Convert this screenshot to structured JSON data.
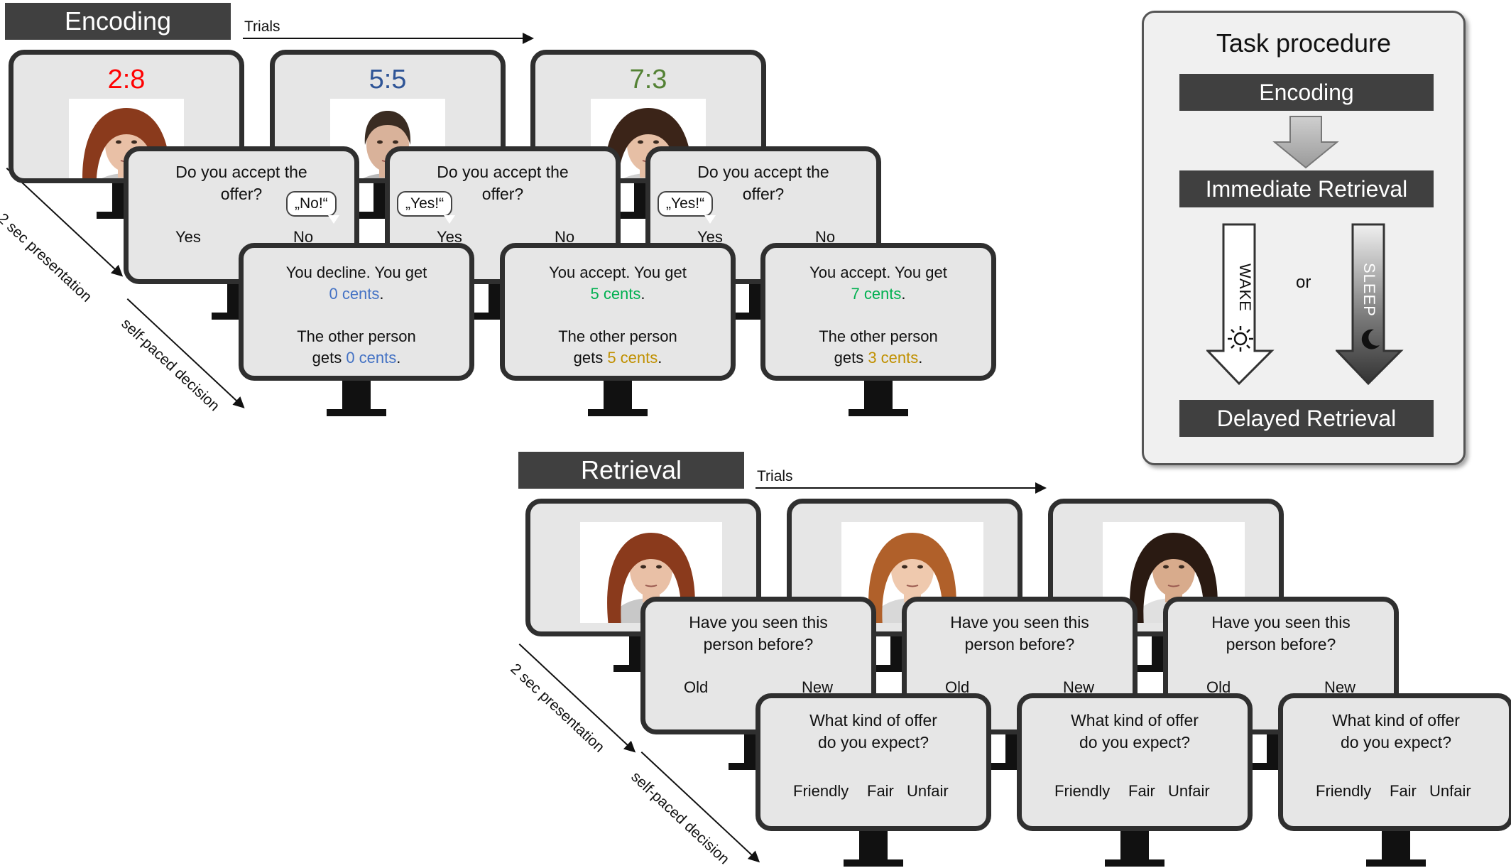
{
  "encoding": {
    "header": "Encoding",
    "trials_label": "Trials",
    "timing": [
      "2 sec presentation",
      "self-paced decision"
    ],
    "trials": [
      {
        "ratio": "2:8",
        "ratio_color": "#ff0000",
        "question": [
          "Do you accept the",
          "offer?"
        ],
        "yes": "Yes",
        "no": "No",
        "speech": "„No!“",
        "result_line1": "You decline. You get",
        "you_get": "0 cents",
        "you_color": "#4472c4",
        "result_line3": "The other person",
        "other_prefix": "gets",
        "other_get": "0 cents",
        "other_color": "#4472c4",
        "period": "."
      },
      {
        "ratio": "5:5",
        "ratio_color": "#2f5597",
        "question": [
          "Do you accept the",
          "offer?"
        ],
        "yes": "Yes",
        "no": "No",
        "speech": "„Yes!“",
        "result_line1": "You accept. You get",
        "you_get": "5 cents",
        "you_color": "#00b050",
        "result_line3": "The other person",
        "other_prefix": "gets",
        "other_get": "5 cents",
        "other_color": "#c09000",
        "period": "."
      },
      {
        "ratio": "7:3",
        "ratio_color": "#548235",
        "question": [
          "Do you accept the",
          "offer?"
        ],
        "yes": "Yes",
        "no": "No",
        "speech": "„Yes!“",
        "result_line1": "You accept. You get",
        "you_get": "7 cents",
        "you_color": "#00b050",
        "result_line3": "The other person",
        "other_prefix": "gets",
        "other_get": "3 cents",
        "other_color": "#c09000",
        "period": "."
      }
    ]
  },
  "retrieval": {
    "header": "Retrieval",
    "trials_label": "Trials",
    "timing": [
      "2 sec presentation",
      "self-paced decision"
    ],
    "trials": [
      {
        "question": [
          "Have you seen this",
          "person before?"
        ],
        "old": "Old",
        "new": "New",
        "offer_q": [
          "What kind of offer",
          "do you expect?"
        ],
        "friendly": "Friendly",
        "fair": "Fair",
        "unfair": "Unfair"
      },
      {
        "question": [
          "Have you seen this",
          "person before?"
        ],
        "old": "Old",
        "new": "New",
        "offer_q": [
          "What kind of offer",
          "do you expect?"
        ],
        "friendly": "Friendly",
        "fair": "Fair",
        "unfair": "Unfair"
      },
      {
        "question": [
          "Have you seen this",
          "person before?"
        ],
        "old": "Old",
        "new": "New",
        "offer_q": [
          "What kind of offer",
          "do you expect?"
        ],
        "friendly": "Friendly",
        "fair": "Fair",
        "unfair": "Unfair"
      }
    ]
  },
  "procedure": {
    "title": "Task procedure",
    "step1": "Encoding",
    "step2": "Immediate Retrieval",
    "wake": "WAKE",
    "or": "or",
    "sleep": "SLEEP",
    "step3": "Delayed Retrieval",
    "wake_icon": "sun-icon",
    "sleep_icon": "moon-icon"
  }
}
